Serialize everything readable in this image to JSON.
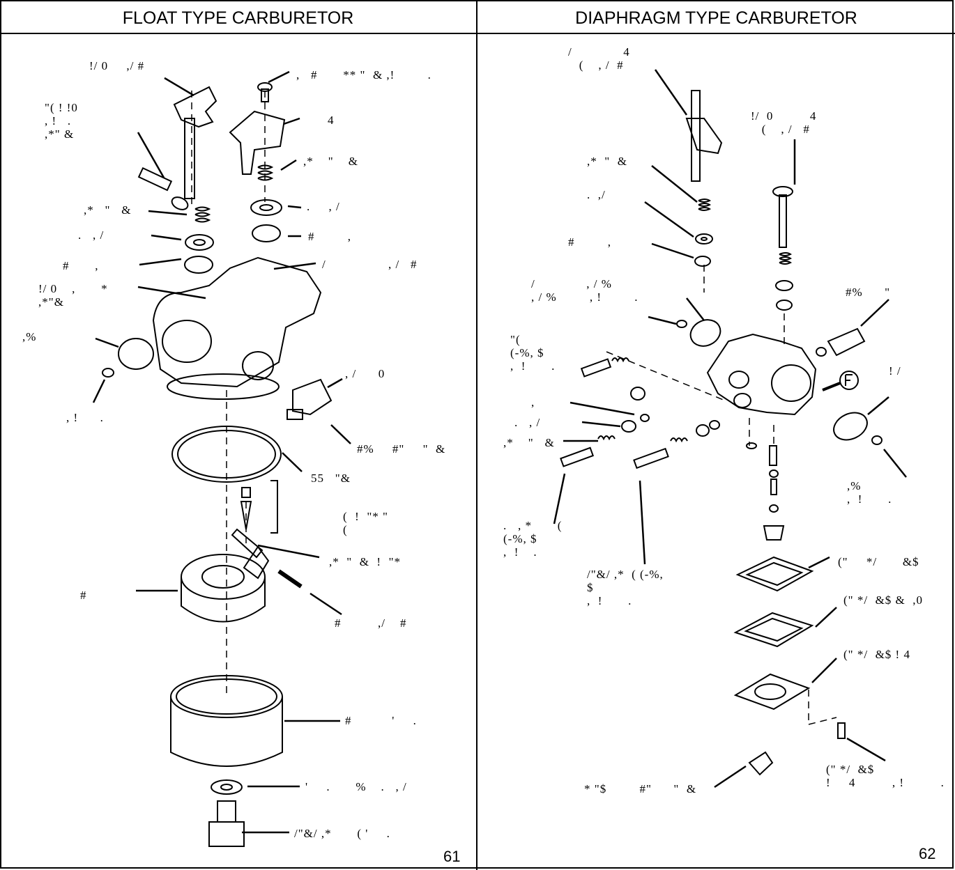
{
  "panels": {
    "float": {
      "title": "FLOAT TYPE CARBURETOR",
      "page_number": "61",
      "labels": [
        "!/ 0     ,/ #",
        "\"( ! !0\n, !   .\n,*\" &",
        ",*   \"   &",
        ".   , /",
        "#       ,",
        "!/ 0    ,       *\n,*\"&",
        ",%",
        ", !      .",
        ",   #       ** \"  & ,!         .",
        "4",
        ",*    \"    &",
        ".     , /",
        "#         ,",
        "/                 , /   #",
        ", /      0",
        "#%     #\"     \"  &",
        "55   \"&",
        "(  !  \"* \"\n(",
        ",*  \"  &  !  \"*",
        "#",
        "#          ,/    #",
        "#           '     .",
        "'     .       %    .   , /",
        "/\"&/ ,*       ( '     ."
      ]
    },
    "diaphragm": {
      "title": "DIAPHRAGM TYPE CARBURETOR",
      "page_number": "62",
      "labels": [
        "/              4\n   (    , /  #",
        "!/  0          4\n   (    , /   #",
        ",*  \"  &",
        ".  ,/",
        "#         ,",
        "/              , / %\n, / %         , !         .",
        "#%      \"",
        "\"(\n(-%, $\n,  !       .",
        ",",
        ".   , /",
        ",*    \"   &",
        "! /",
        ",%\n,  !       .",
        ".   , *       (\n(-%, $\n,  !    .",
        "/\"&/ ,*  ( (-%,\n$\n,  !       .",
        "(\"     */       &$",
        "(\" */  &$ &  ,0",
        "(\" */  &$ ! 4",
        "* \"$         #\"      \"  &",
        "(\" */  &$\n!     4          , !          ."
      ]
    }
  }
}
